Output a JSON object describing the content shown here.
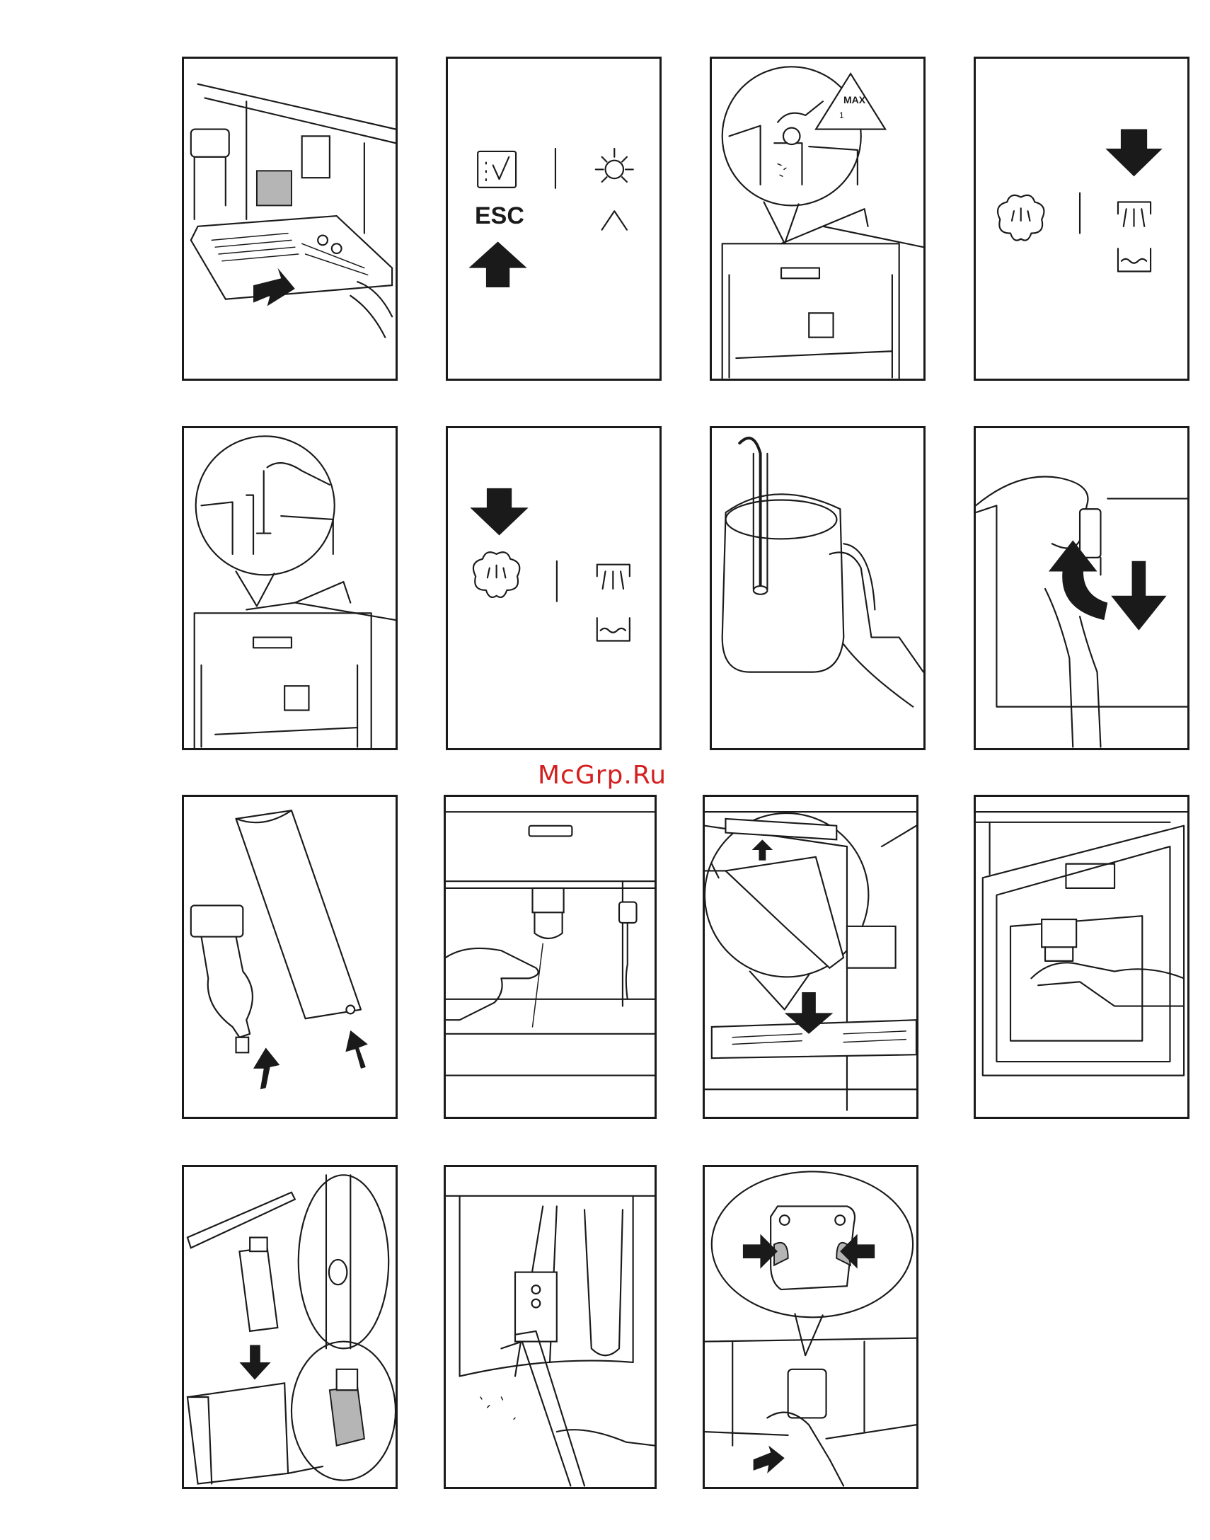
{
  "watermark": "McGrp.Ru",
  "panels": [
    {
      "id": "p1",
      "label": ""
    },
    {
      "id": "p2",
      "esc_label": "ESC"
    },
    {
      "id": "p3",
      "warning_max": "MAX",
      "warning_qty": "1"
    },
    {
      "id": "p4"
    },
    {
      "id": "p5"
    },
    {
      "id": "p6"
    },
    {
      "id": "p7"
    },
    {
      "id": "p8"
    },
    {
      "id": "p9"
    },
    {
      "id": "p10"
    },
    {
      "id": "p11"
    },
    {
      "id": "p12"
    },
    {
      "id": "p13"
    },
    {
      "id": "p14"
    },
    {
      "id": "p15"
    }
  ],
  "colors": {
    "ink": "#1a1a1a",
    "watermark": "#d42020",
    "gray": "#b5b5b5"
  },
  "icons": [
    "confirm-icon",
    "light-icon",
    "up-caret-icon",
    "steam-icon",
    "hot-water-icon",
    "cup-icon",
    "arrow-down-icon",
    "arrow-up-icon"
  ]
}
